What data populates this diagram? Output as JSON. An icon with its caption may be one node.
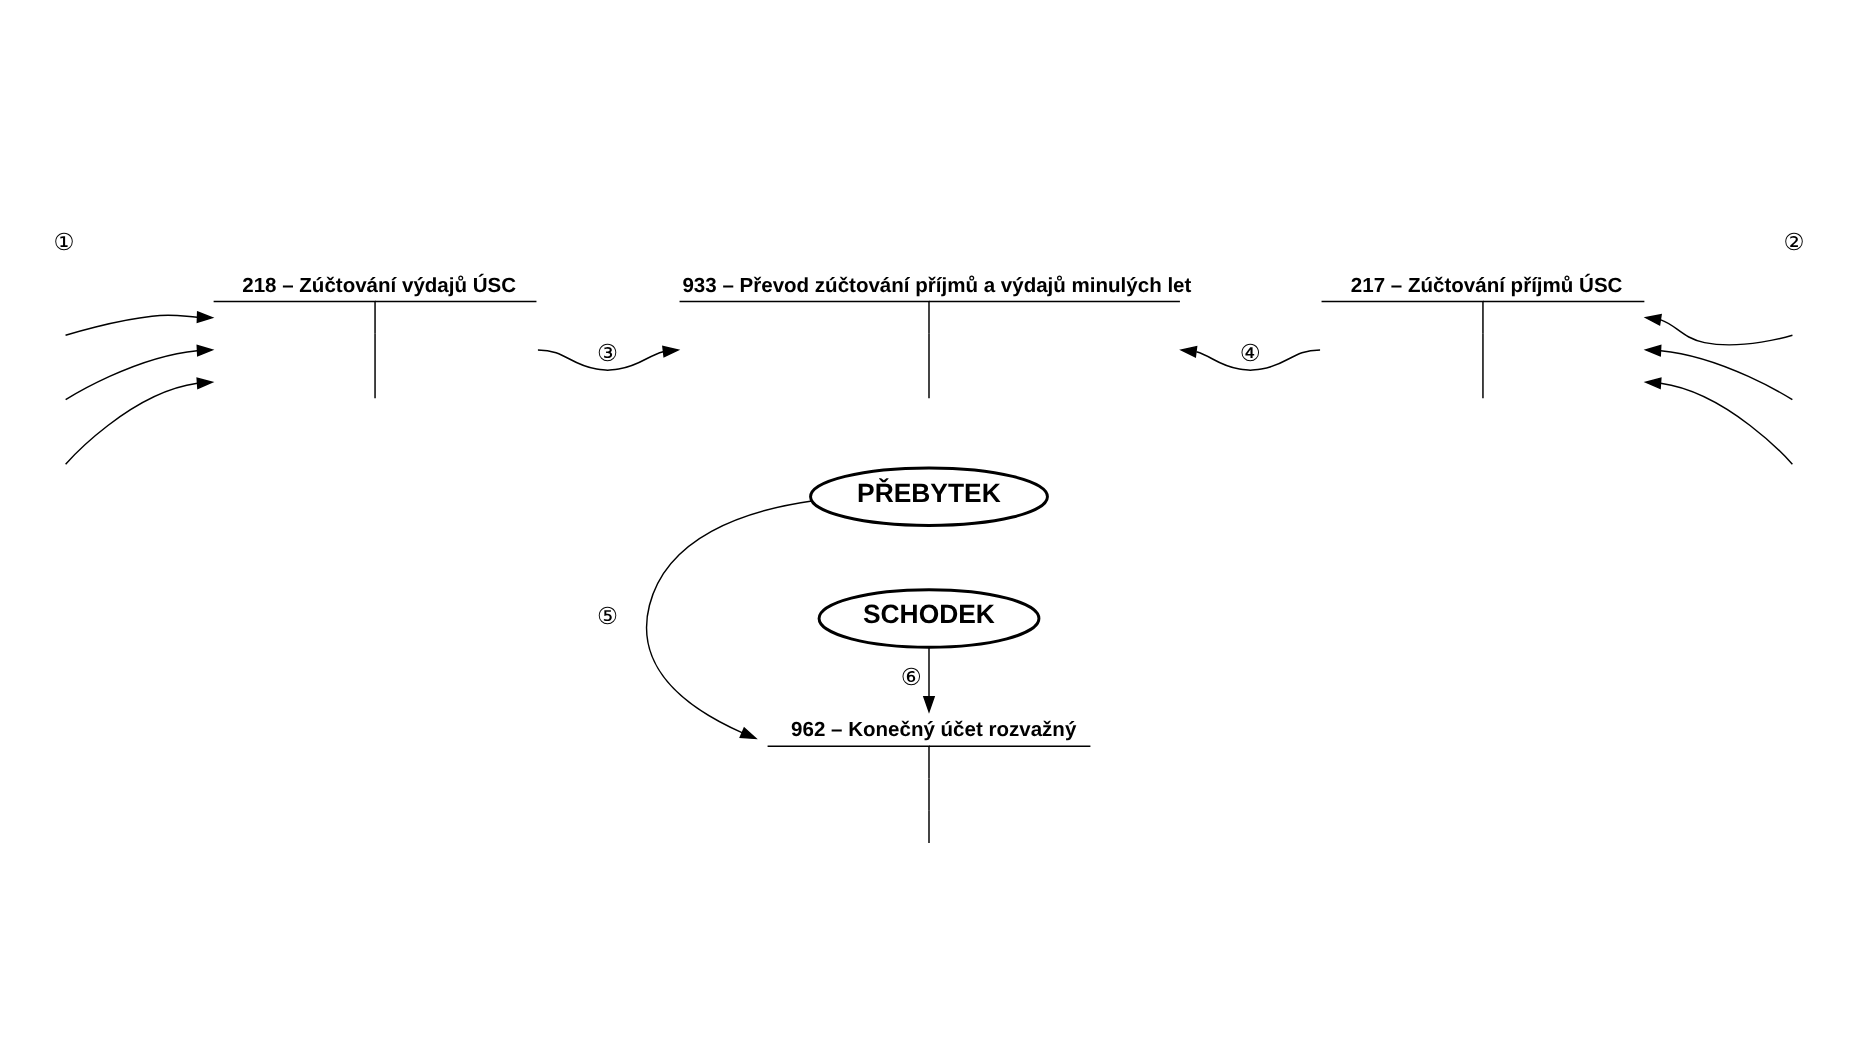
{
  "diagram": {
    "nodes": [
      {
        "text": [
          "218 – Zúčtování výdajů ÚSC"
        ]
      },
      {
        "text": [
          "933 – Převod zúčtování příjmů a výdajů minulých let"
        ]
      },
      {
        "text": [
          "217 – Zúčtování příjmů ÚSC"
        ]
      },
      {
        "text": [
          "PŘEBYTEK"
        ]
      },
      {
        "text": [
          "SCHODEK"
        ]
      },
      {
        "text": [
          "962 – Konečný účet rozvažný"
        ]
      }
    ],
    "edges": [
      {
        "from": null,
        "to": 0,
        "arrow": "to"
      },
      {
        "from": null,
        "to": 0,
        "arrow": "to"
      },
      {
        "from": null,
        "to": 0,
        "arrow": "to"
      },
      {
        "from": 0,
        "to": 1,
        "arrow": "to",
        "label": "③"
      },
      {
        "from": 2,
        "to": 1,
        "arrow": "to",
        "label": "④"
      },
      {
        "from": null,
        "to": 2,
        "arrow": "to"
      },
      {
        "from": null,
        "to": 2,
        "arrow": "to"
      },
      {
        "from": null,
        "to": 2,
        "arrow": "to"
      },
      {
        "from": 4,
        "to": 5,
        "arrow": "to",
        "label": "⑥"
      },
      {
        "from": 3,
        "to": 5,
        "arrow": "to",
        "label": "⑤"
      }
    ],
    "labels": [
      "①",
      "②"
    ]
  }
}
